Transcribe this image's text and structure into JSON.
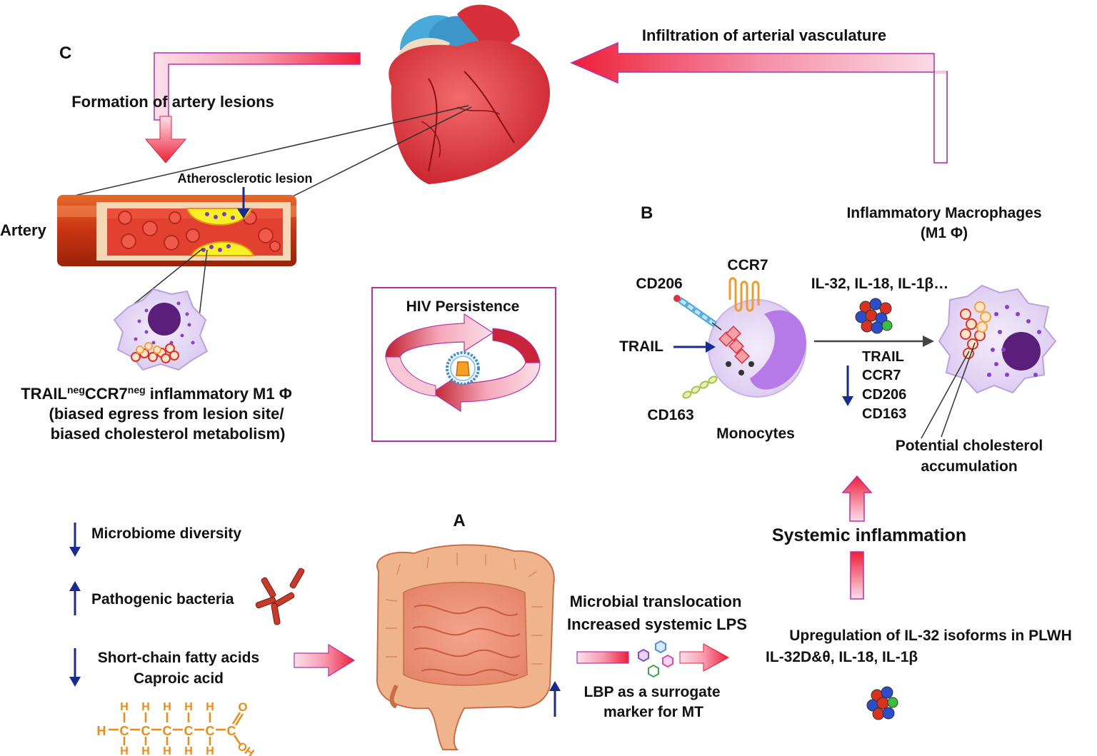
{
  "panels": {
    "a_label": "A",
    "b_label": "B",
    "c_label": "C"
  },
  "panel_c": {
    "flow_arrow_label": "Formation of artery lesions",
    "lesion_label": "Atherosclerotic lesion",
    "artery_label": "Artery",
    "macrophage_caption": {
      "prefix1": "TRAIL",
      "sup1": "neg",
      "prefix2": "CCR7",
      "sup2": "neg",
      "rest": " inflammatory M1 Φ",
      "line2": "(biased egress from lesion site/",
      "line3": "biased cholesterol metabolism)"
    }
  },
  "top_arrow_label": "Infiltration of arterial vasculature",
  "hiv_box": {
    "title": "HIV Persistence"
  },
  "panel_b": {
    "macrophage_title": "Inflammatory Macrophages",
    "macrophage_subtitle": "(M1 Φ)",
    "receptors": {
      "ccr7": "CCR7",
      "cd206": "CD206",
      "trail": "TRAIL",
      "cd163": "CD163"
    },
    "monocytes_label": "Monocytes",
    "cytokines": "IL-32, IL-18, IL-1β…",
    "downregulated": [
      "TRAIL",
      "CCR7",
      "CD206",
      "CD163"
    ],
    "cholesterol_line1": "Potential cholesterol",
    "cholesterol_line2": "accumulation",
    "systemic_inflammation": "Systemic inflammation"
  },
  "panel_a": {
    "microbiome": "Microbiome diversity",
    "pathogenic": "Pathogenic bacteria",
    "scfa_line1": "Short-chain fatty acids",
    "scfa_line2": "Caproic acid",
    "translocation_line1": "Microbial translocation",
    "translocation_line2": "Increased systemic LPS",
    "lbp_line1": "LBP as a surrogate",
    "lbp_line2": "marker for MT",
    "upregulation_line1": "Upregulation of IL-32 isoforms in PLWH",
    "upregulation_line2": "IL-32D&θ, IL-18, IL-1β"
  },
  "caproic_acid": {
    "h": "H",
    "c": "C",
    "o": "O",
    "oh": "OH"
  },
  "colors": {
    "arrow_red": "#f0263c",
    "arrow_pink": "#f7c7d6",
    "outline_magenta": "#b531a8",
    "down_blue": "#1a2b8f",
    "carbon_orange": "#f08a12"
  },
  "icons": [
    "heart-icon",
    "artery-icon",
    "intestine-icon",
    "macrophage-icon",
    "monocyte-icon",
    "virus-icon",
    "cytokine-cluster-icon",
    "bacteria-icon",
    "lps-hexagon-icon"
  ]
}
